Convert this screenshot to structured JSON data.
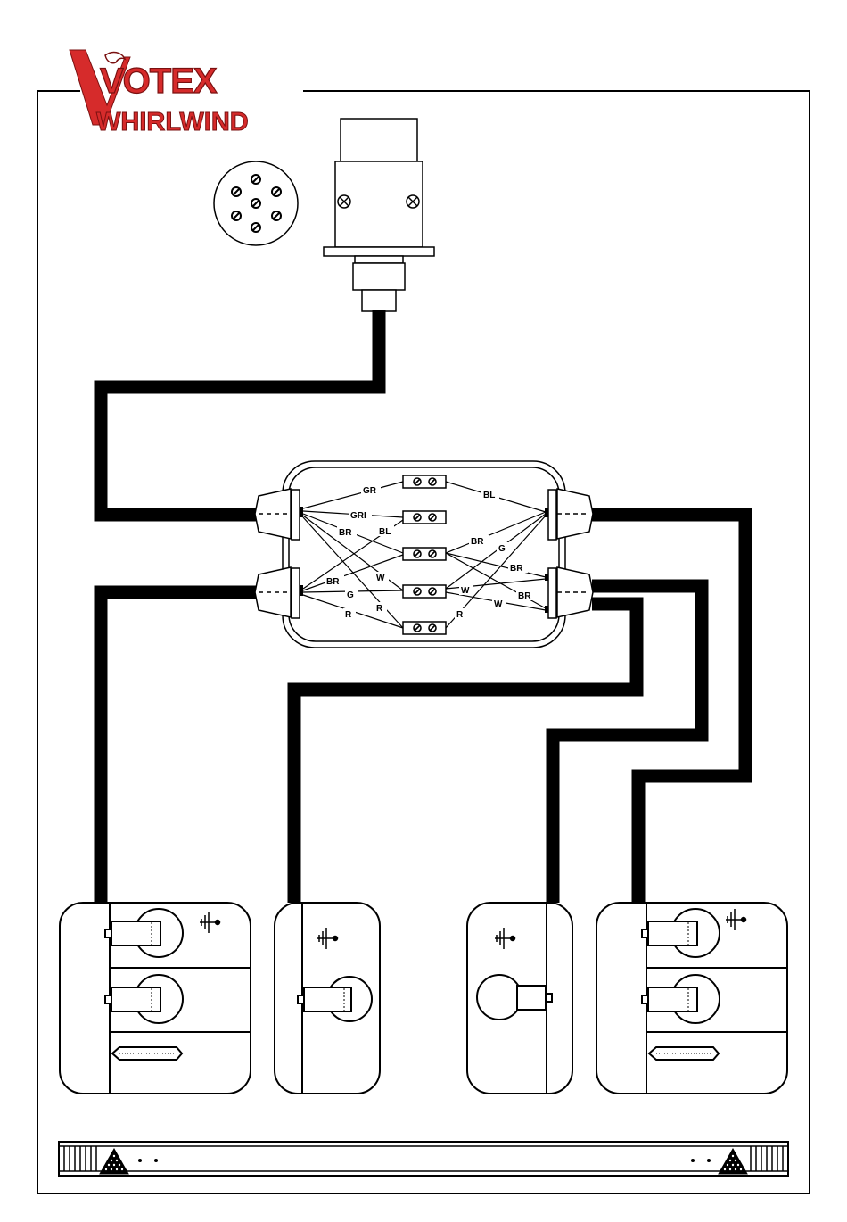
{
  "brand": {
    "name_top": "VOTEX",
    "name_bottom": "WHIRLWIND",
    "color": "#d62b2b"
  },
  "junction_box": {
    "wires": [
      "GR",
      "BL",
      "GRI",
      "BR",
      "BL",
      "BR",
      "G",
      "BR",
      "W",
      "BR",
      "G",
      "W",
      "R",
      "R",
      "W",
      "BR",
      "R"
    ]
  },
  "colors": {
    "line": "#000000",
    "background": "#ffffff"
  }
}
